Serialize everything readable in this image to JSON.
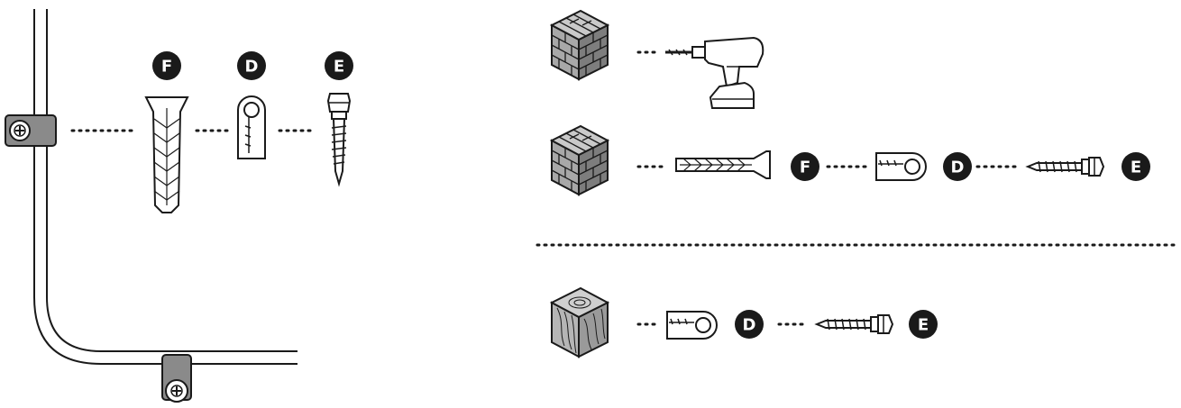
{
  "colors": {
    "ink": "#1a1a1a",
    "clip_gray": "#8a8a8a",
    "brick_light": "#c9c9c9",
    "brick_mid": "#a8a8a8",
    "brick_dark": "#7d7d7d",
    "wood_light": "#cfcfcf",
    "wood_mid": "#b5b5b5",
    "wood_dark": "#9a9a9a",
    "badge_bg": "#1a1a1a",
    "badge_fg": "#ffffff"
  },
  "left_panel": {
    "badges": {
      "anchor": "F",
      "clip": "D",
      "screw": "E"
    },
    "icons": [
      "cable-clip-icon",
      "wall-anchor-icon",
      "cable-clip-loop-icon",
      "screw-icon"
    ]
  },
  "right_panel": {
    "masonry_tools": {
      "icons": [
        "brick-block-icon",
        "drill-icon"
      ]
    },
    "masonry_fixings": {
      "icons": [
        "brick-block-icon",
        "wall-anchor-icon",
        "cable-clip-loop-icon",
        "screw-icon"
      ],
      "badges": {
        "anchor": "F",
        "clip": "D",
        "screw": "E"
      }
    },
    "wood_fixings": {
      "icons": [
        "wood-block-icon",
        "cable-clip-loop-icon",
        "screw-icon"
      ],
      "badges": {
        "clip": "D",
        "screw": "E"
      }
    }
  }
}
